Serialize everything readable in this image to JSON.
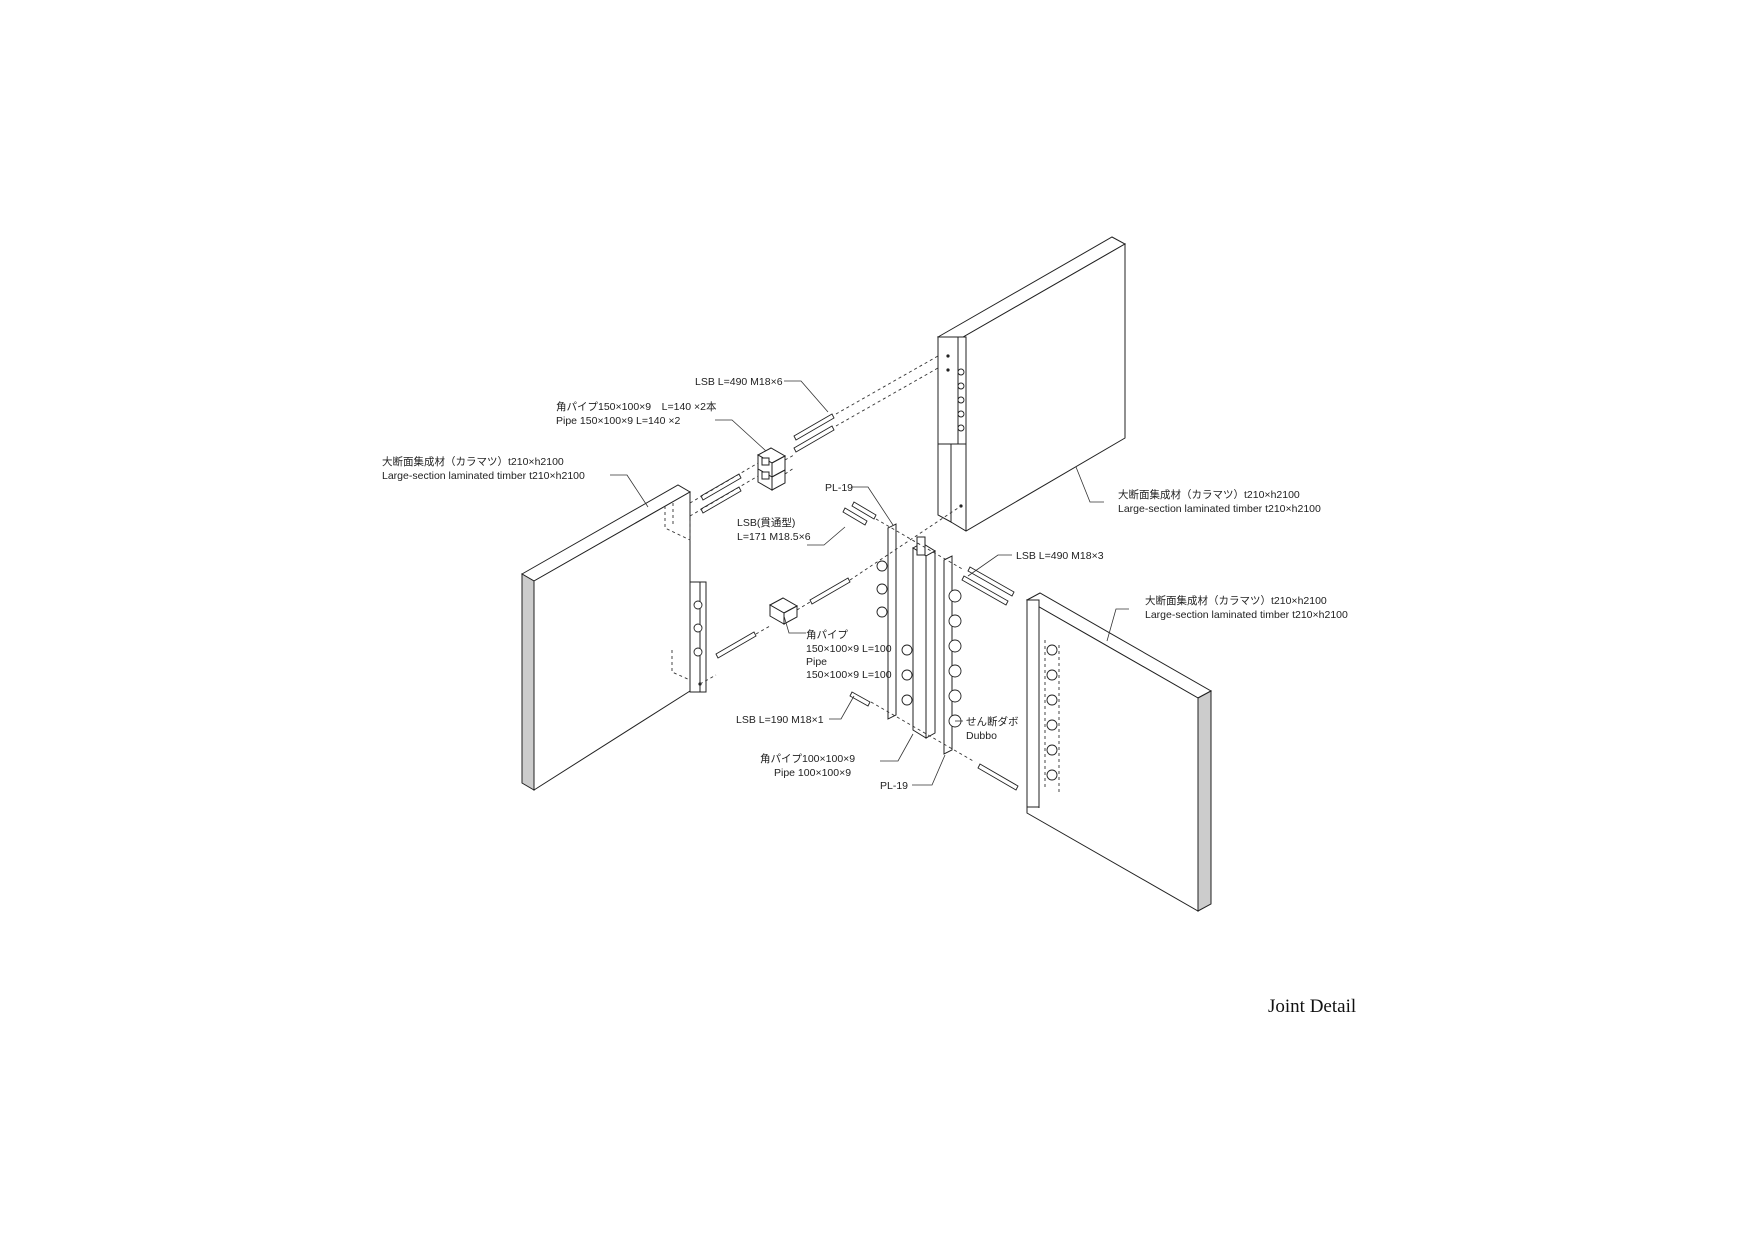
{
  "title": "Joint Detail",
  "labels": {
    "lsb_top": "LSB L=490 M18×6",
    "pipe_top_ja": "角パイプ150×100×9　L=140 ×2本",
    "pipe_top_en": "Pipe  150×100×9   L=140 ×2",
    "timber_left_ja": "大断面集成材（カラマツ）t210×h2100",
    "timber_left_en": "Large-section  laminated  timber  t210×h2100",
    "pl19_top": "PL-19",
    "lsb_through_ja": "LSB(貫通型)",
    "lsb_through_dim": "L=171  M18.5×6",
    "timber_top_ja": "大断面集成材（カラマツ）t210×h2100",
    "timber_top_en": "Large-section  laminated  timber  t210×h2100",
    "lsb_right": "LSB L=490 M18×3",
    "timber_right_ja": "大断面集成材（カラマツ）t210×h2100",
    "timber_right_en": "Large-section  laminated  timber  t210×h2100",
    "pipe_mid_ja": "角パイプ",
    "pipe_mid_dim1": "150×100×9 L=100",
    "pipe_mid_en": "Pipe",
    "pipe_mid_dim2": "150×100×9 L=100",
    "lsb_bottom": "LSB L=190 M18×1",
    "dubbo_ja": "せん断ダボ",
    "dubbo_en": "Dubbo",
    "pipe_bottom_ja": "角パイプ100×100×9",
    "pipe_bottom_en": "Pipe  100×100×9",
    "pl19_bottom": "PL-19"
  }
}
